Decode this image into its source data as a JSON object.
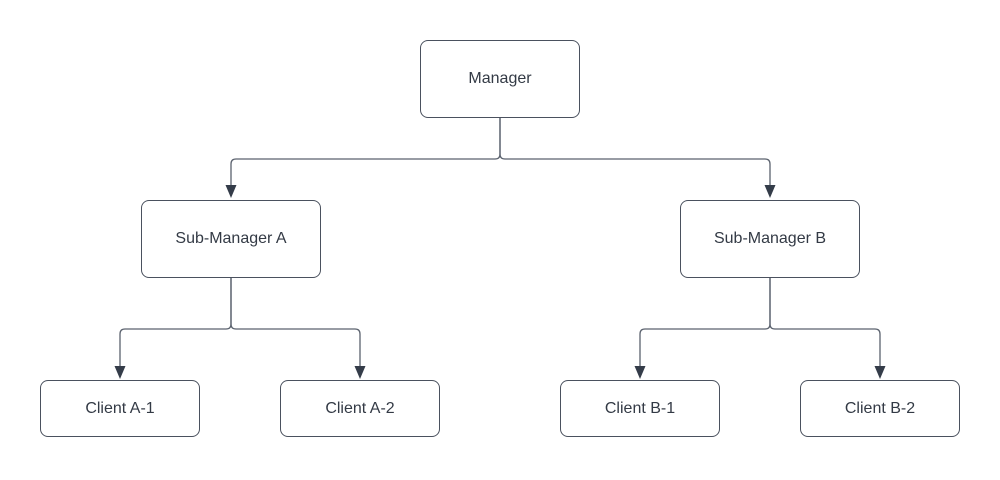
{
  "diagram": {
    "nodes": [
      {
        "id": "manager",
        "label": "Manager"
      },
      {
        "id": "sub-manager-a",
        "label": "Sub-Manager A"
      },
      {
        "id": "sub-manager-b",
        "label": "Sub-Manager B"
      },
      {
        "id": "client-a-1",
        "label": "Client A-1"
      },
      {
        "id": "client-a-2",
        "label": "Client A-2"
      },
      {
        "id": "client-b-1",
        "label": "Client B-1"
      },
      {
        "id": "client-b-2",
        "label": "Client B-2"
      }
    ],
    "edges": [
      {
        "from": "manager",
        "to": "sub-manager-a",
        "arrow": "filled-triangle"
      },
      {
        "from": "manager",
        "to": "sub-manager-b",
        "arrow": "filled-triangle"
      },
      {
        "from": "sub-manager-a",
        "to": "client-a-1",
        "arrow": "filled-triangle"
      },
      {
        "from": "sub-manager-a",
        "to": "client-a-2",
        "arrow": "filled-triangle"
      },
      {
        "from": "sub-manager-b",
        "to": "client-b-1",
        "arrow": "filled-triangle"
      },
      {
        "from": "sub-manager-b",
        "to": "client-b-2",
        "arrow": "filled-triangle"
      }
    ],
    "colors": {
      "background": "#ffffff",
      "node_fill": "#ffffff",
      "node_border": "#4a515e",
      "connector": "#5b626e",
      "arrowhead": "#343c49",
      "text": "#333a45"
    }
  }
}
